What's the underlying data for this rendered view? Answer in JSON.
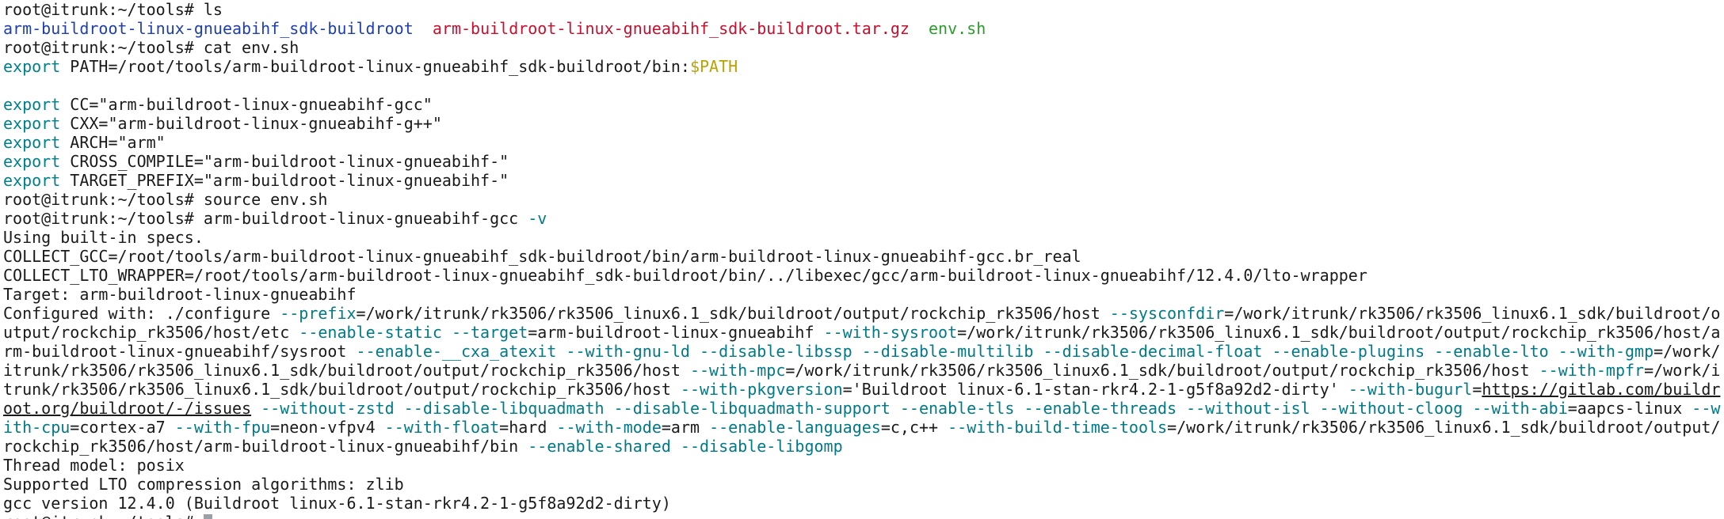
{
  "colors": {
    "background": "#ffffff",
    "text": "#1a1a1a",
    "directory": "#1f3fae",
    "archive": "#c8102e",
    "executable": "#2a9d2a",
    "keyword": "#00808a",
    "variable": "#b8a300",
    "option": "#007a86"
  },
  "lines": [
    [
      {
        "t": "root@itrunk:~/tools# ls"
      }
    ],
    [
      {
        "t": "arm-buildroot-linux-gnueabihf_sdk-buildroot",
        "c": "dir"
      },
      {
        "t": "  "
      },
      {
        "t": "arm-buildroot-linux-gnueabihf_sdk-buildroot.tar.gz",
        "c": "arch"
      },
      {
        "t": "  "
      },
      {
        "t": "env.sh",
        "c": "exe"
      }
    ],
    [
      {
        "t": "root@itrunk:~/tools# cat env.sh"
      }
    ],
    [
      {
        "t": "export",
        "c": "kw"
      },
      {
        "t": " PATH=/root/tools/arm-buildroot-linux-gnueabihf_sdk-buildroot/bin:"
      },
      {
        "t": "$PATH",
        "c": "var"
      }
    ],
    [
      {
        "t": ""
      }
    ],
    [
      {
        "t": "export",
        "c": "kw"
      },
      {
        "t": " CC=\"arm-buildroot-linux-gnueabihf-gcc\""
      }
    ],
    [
      {
        "t": "export",
        "c": "kw"
      },
      {
        "t": " CXX=\"arm-buildroot-linux-gnueabihf-g++\""
      }
    ],
    [
      {
        "t": "export",
        "c": "kw"
      },
      {
        "t": " ARCH=\"arm\""
      }
    ],
    [
      {
        "t": "export",
        "c": "kw"
      },
      {
        "t": " CROSS_COMPILE=\"arm-buildroot-linux-gnueabihf-\""
      }
    ],
    [
      {
        "t": "export",
        "c": "kw"
      },
      {
        "t": " TARGET_PREFIX=\"arm-buildroot-linux-gnueabihf-\""
      }
    ],
    [
      {
        "t": "root@itrunk:~/tools# source env.sh"
      }
    ],
    [
      {
        "t": "root@itrunk:~/tools# arm-buildroot-linux-gnueabihf-gcc "
      },
      {
        "t": "-v",
        "c": "opt"
      }
    ],
    [
      {
        "t": "Using built-in specs."
      }
    ],
    [
      {
        "t": "COLLECT_GCC=/root/tools/arm-buildroot-linux-gnueabihf_sdk-buildroot/bin/arm-buildroot-linux-gnueabihf-gcc.br_real"
      }
    ],
    [
      {
        "t": "COLLECT_LTO_WRAPPER=/root/tools/arm-buildroot-linux-gnueabihf_sdk-buildroot/bin/../libexec/gcc/arm-buildroot-linux-gnueabihf/12.4.0/lto-wrapper"
      }
    ],
    [
      {
        "t": "Target: arm-buildroot-linux-gnueabihf"
      }
    ],
    [
      {
        "t": "Configured with: ./configure "
      },
      {
        "t": "--prefix",
        "c": "opt"
      },
      {
        "t": "=/work/itrunk/rk3506/rk3506_linux6.1_sdk/buildroot/output/rockchip_rk3506/host "
      },
      {
        "t": "--sysconfdir",
        "c": "opt"
      },
      {
        "t": "=/work/itrunk/rk3506/rk3506_linux6.1_sdk/buildroot/o"
      }
    ],
    [
      {
        "t": "utput/rockchip_rk3506/host/etc "
      },
      {
        "t": "--enable-static --target",
        "c": "opt"
      },
      {
        "t": "=arm-buildroot-linux-gnueabihf "
      },
      {
        "t": "--with-sysroot",
        "c": "opt"
      },
      {
        "t": "=/work/itrunk/rk3506/rk3506_linux6.1_sdk/buildroot/output/rockchip_rk3506/host/a"
      }
    ],
    [
      {
        "t": "rm-buildroot-linux-gnueabihf/sysroot "
      },
      {
        "t": "--enable-__cxa_atexit --with-gnu-ld --disable-libssp --disable-multilib --disable-decimal-float --enable-plugins --enable-lto --with-gmp",
        "c": "opt"
      },
      {
        "t": "=/work/"
      }
    ],
    [
      {
        "t": "itrunk/rk3506/rk3506_linux6.1_sdk/buildroot/output/rockchip_rk3506/host "
      },
      {
        "t": "--with-mpc",
        "c": "opt"
      },
      {
        "t": "=/work/itrunk/rk3506/rk3506_linux6.1_sdk/buildroot/output/rockchip_rk3506/host "
      },
      {
        "t": "--with-mpfr",
        "c": "opt"
      },
      {
        "t": "=/work/i"
      }
    ],
    [
      {
        "t": "trunk/rk3506/rk3506_linux6.1_sdk/buildroot/output/rockchip_rk3506/host "
      },
      {
        "t": "--with-pkgversion",
        "c": "opt"
      },
      {
        "t": "='Buildroot linux-6.1-stan-rkr4.2-1-g5f8a92d2-dirty' "
      },
      {
        "t": "--with-bugurl",
        "c": "opt"
      },
      {
        "t": "="
      },
      {
        "t": "https://gitlab.com/buildr",
        "c": "url"
      }
    ],
    [
      {
        "t": "oot.org/buildroot/-/issues",
        "c": "url"
      },
      {
        "t": " "
      },
      {
        "t": "--without-zstd --disable-libquadmath --disable-libquadmath-support --enable-tls --enable-threads --without-isl --without-cloog --with-abi",
        "c": "opt"
      },
      {
        "t": "=aapcs-linux "
      },
      {
        "t": "--w",
        "c": "opt"
      }
    ],
    [
      {
        "t": "ith-cpu",
        "c": "opt"
      },
      {
        "t": "=cortex-a7 "
      },
      {
        "t": "--with-fpu",
        "c": "opt"
      },
      {
        "t": "=neon-vfpv4 "
      },
      {
        "t": "--with-float",
        "c": "opt"
      },
      {
        "t": "=hard "
      },
      {
        "t": "--with-mode",
        "c": "opt"
      },
      {
        "t": "=arm "
      },
      {
        "t": "--enable-languages",
        "c": "opt"
      },
      {
        "t": "=c,c++ "
      },
      {
        "t": "--with-build-time-tools",
        "c": "opt"
      },
      {
        "t": "=/work/itrunk/rk3506/rk3506_linux6.1_sdk/buildroot/output/"
      }
    ],
    [
      {
        "t": "rockchip_rk3506/host/arm-buildroot-linux-gnueabihf/bin "
      },
      {
        "t": "--enable-shared --disable-libgomp",
        "c": "opt"
      }
    ],
    [
      {
        "t": "Thread model: posix"
      }
    ],
    [
      {
        "t": "Supported LTO compression algorithms: zlib"
      }
    ],
    [
      {
        "t": "gcc version 12.4.0 (Buildroot linux-6.1-stan-rkr4.2-1-g5f8a92d2-dirty)"
      }
    ],
    [
      {
        "t": "root@itrunk:~/tools# "
      }
    ]
  ]
}
